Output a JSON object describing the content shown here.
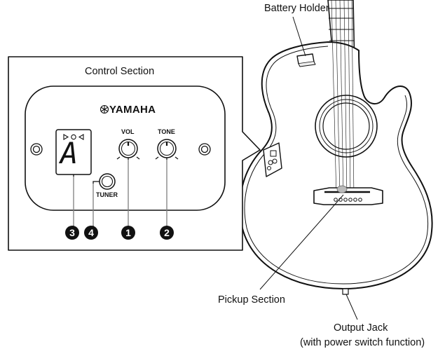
{
  "labels": {
    "battery_holder": "Battery Holder",
    "control_section": "Control Section",
    "pickup_section": "Pickup Section",
    "output_jack_line1": "Output Jack",
    "output_jack_line2": "(with power switch function)"
  },
  "panel": {
    "brand": "YAMAHA",
    "display_char": "A",
    "vol": "VOL",
    "tone": "TONE",
    "tuner": "TUNER",
    "indicator_glyphs": "▷ ○ ◁"
  },
  "callouts": [
    "1",
    "2",
    "3",
    "4"
  ]
}
